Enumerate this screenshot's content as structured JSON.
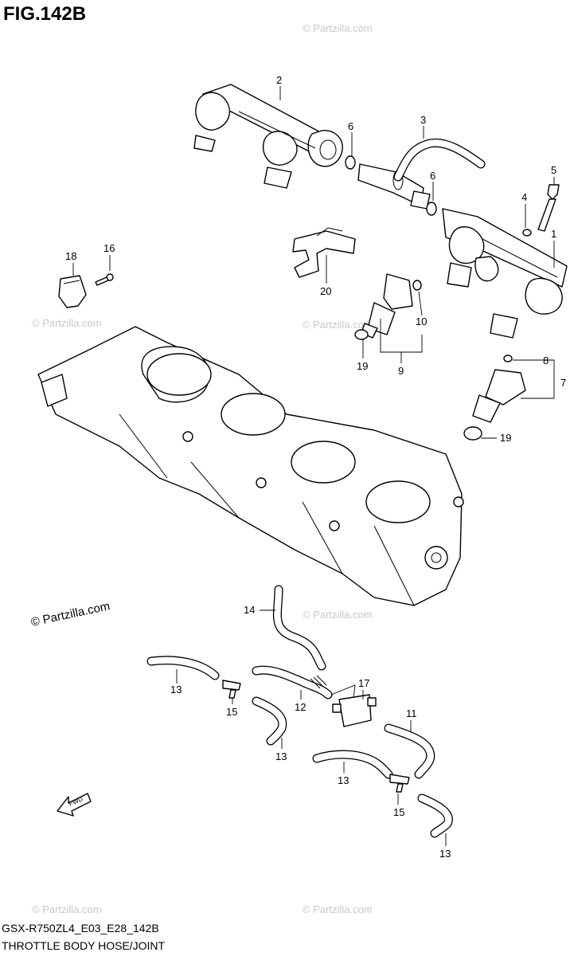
{
  "figure_title": "FIG.142B",
  "footer": {
    "model_code": "GSX-R750ZL4_E03_E28_142B",
    "section_name": "THROTTLE BODY HOSE/JOINT"
  },
  "watermark": {
    "text": "© Partzilla.com"
  },
  "fwd_arrow": {
    "text": "FWD"
  },
  "callouts": [
    {
      "id": "c2",
      "text": "2"
    },
    {
      "id": "c3",
      "text": "3"
    },
    {
      "id": "c6a",
      "text": "6"
    },
    {
      "id": "c6b",
      "text": "6"
    },
    {
      "id": "c5",
      "text": "5"
    },
    {
      "id": "c4",
      "text": "4"
    },
    {
      "id": "c1",
      "text": "1"
    },
    {
      "id": "c18",
      "text": "18"
    },
    {
      "id": "c16",
      "text": "16"
    },
    {
      "id": "c20",
      "text": "20"
    },
    {
      "id": "c10",
      "text": "10"
    },
    {
      "id": "c19a",
      "text": "19"
    },
    {
      "id": "c9",
      "text": "9"
    },
    {
      "id": "c8",
      "text": "8"
    },
    {
      "id": "c7",
      "text": "7"
    },
    {
      "id": "c19b",
      "text": "19"
    },
    {
      "id": "c14",
      "text": "14"
    },
    {
      "id": "c13a",
      "text": "13"
    },
    {
      "id": "c15a",
      "text": "15"
    },
    {
      "id": "c12",
      "text": "12"
    },
    {
      "id": "c17",
      "text": "17"
    },
    {
      "id": "c13b",
      "text": "13"
    },
    {
      "id": "c11",
      "text": "11"
    },
    {
      "id": "c13c",
      "text": "13"
    },
    {
      "id": "c15b",
      "text": "15"
    },
    {
      "id": "c13d",
      "text": "13"
    }
  ]
}
